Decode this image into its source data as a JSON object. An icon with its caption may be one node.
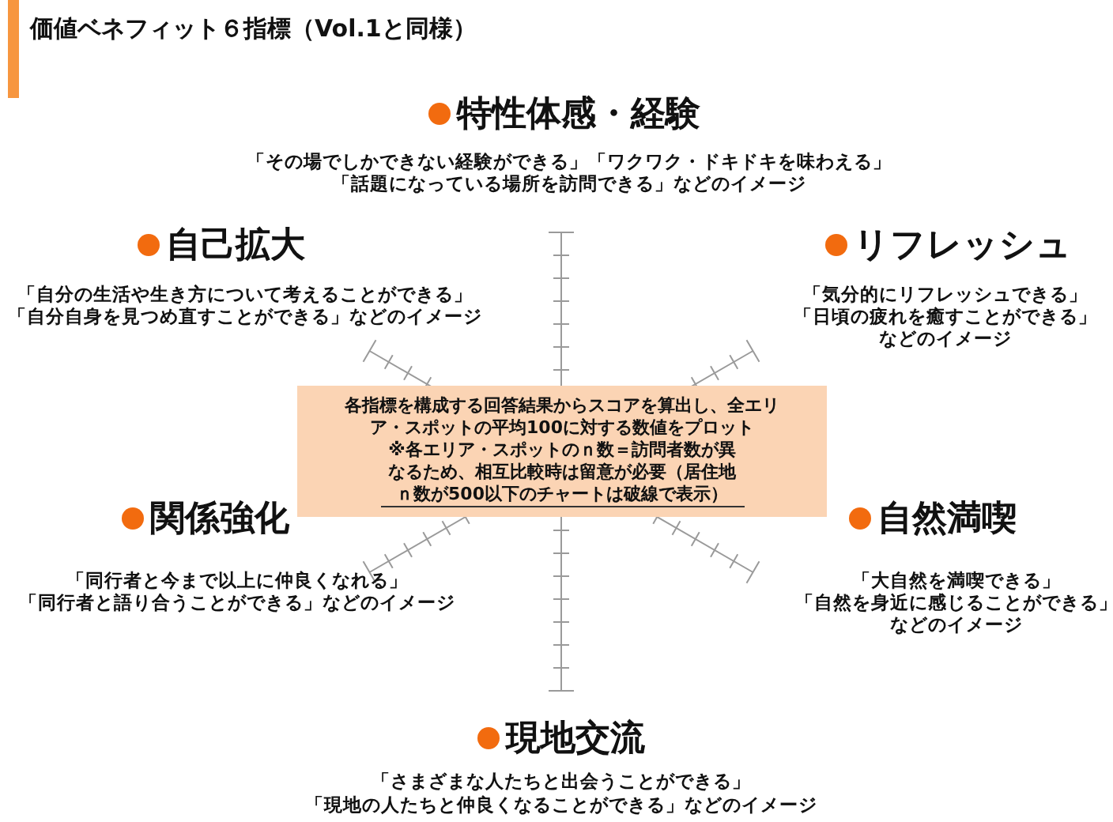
{
  "diagram": {
    "title": "価値ベネフィット６指標（Vol.1と同様）",
    "nodes": [
      {
        "text": [
          "各指標を構成する回答結果からスコアを算出し、全エリア・スポットの平均100に対する数値をプロット",
          "※各エリア・スポットのｎ数＝訪問者数が異なるため、相互比較時は留意が必要（居住地ｎ数が500以下のチャートは破線で表示）"
        ]
      }
    ],
    "labels": [
      "特性体感・経験",
      "「その場でしかできない経験ができる」「ワクワク・ドキドキを味わえる」",
      "「話題になっている場所を訪問できる」などのイメージ",
      "自己拡大",
      "「自分の生活や生き方について考えることができる」",
      "「自分自身を見つめ直すことができる」などのイメージ",
      "リフレッシュ",
      "「気分的にリフレッシュできる」",
      "「日頃の疲れを癒すことができる」",
      "などのイメージ",
      "関係強化",
      "「同行者と今まで以上に仲良くなれる」",
      "「同行者と語り合うことができる」などのイメージ",
      "自然満喫",
      "「大自然を満喫できる」",
      "「自然を身近に感じることができる」",
      "などのイメージ",
      "現地交流",
      "「さまざまな人たちと出会うことができる」",
      "「現地の人たちと仲良くなることができる」などのイメージ"
    ]
  }
}
